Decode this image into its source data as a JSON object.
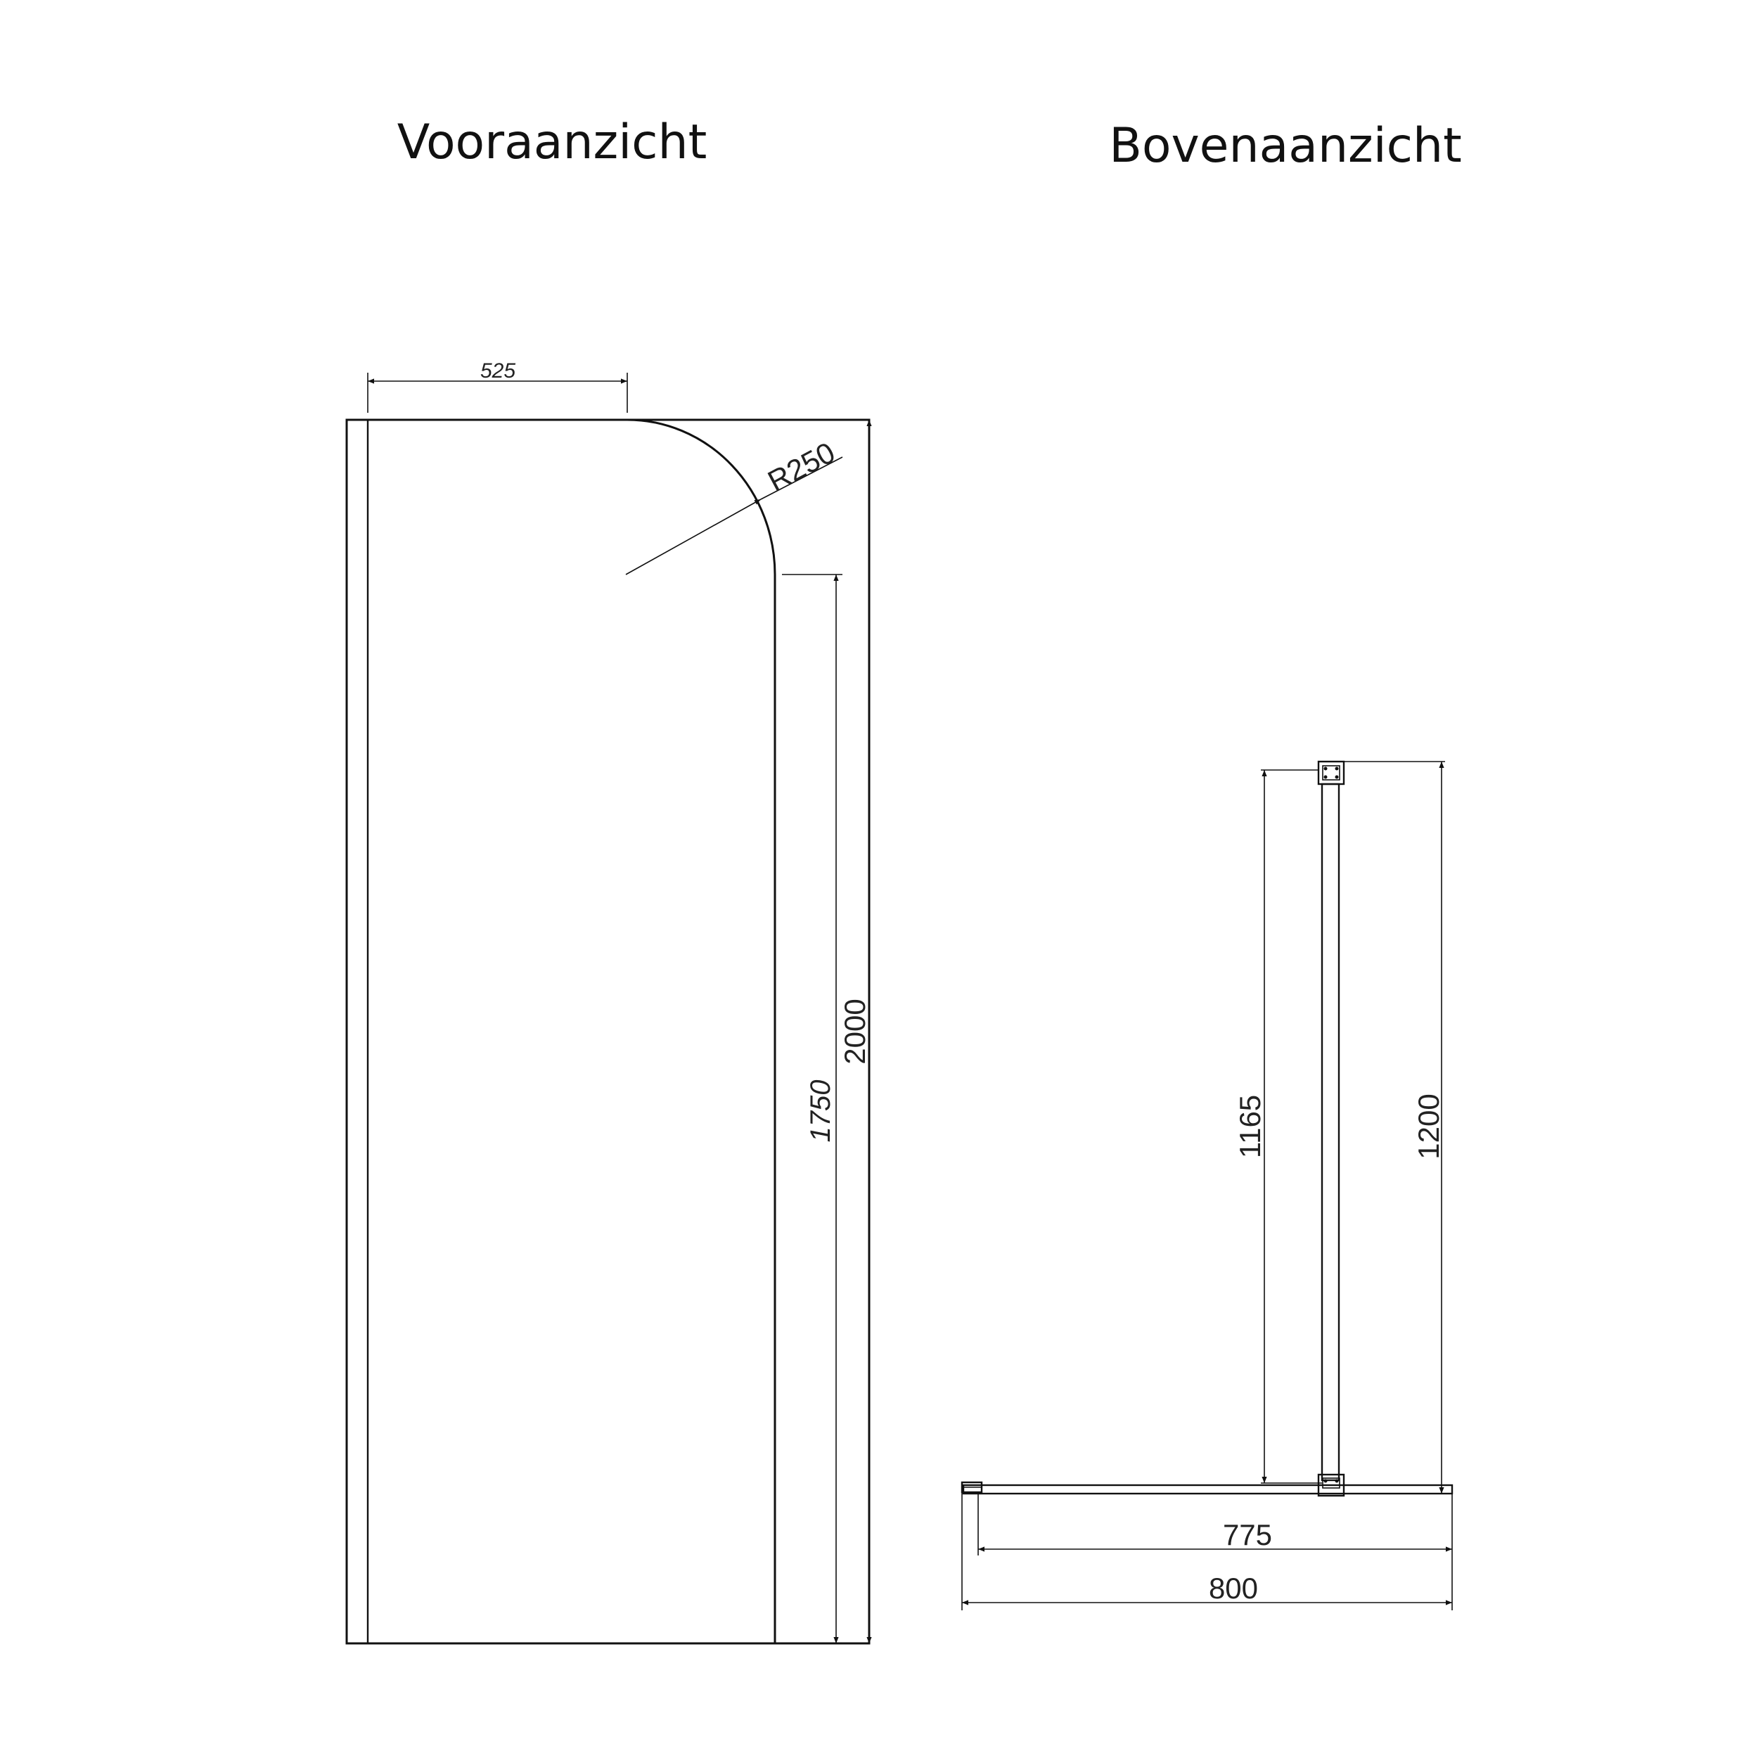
{
  "views": {
    "front": {
      "title": "Vooraanzicht",
      "dims": {
        "top_width": "525",
        "radius": "R250",
        "straight_height": "1750",
        "total_height": "2000"
      }
    },
    "top": {
      "title": "Bovenaanzicht",
      "dims": {
        "inner_depth": "1165",
        "total_depth": "1200",
        "inner_width": "775",
        "total_width": "800"
      }
    }
  },
  "colors": {
    "line": "#111111",
    "background": "#ffffff"
  }
}
